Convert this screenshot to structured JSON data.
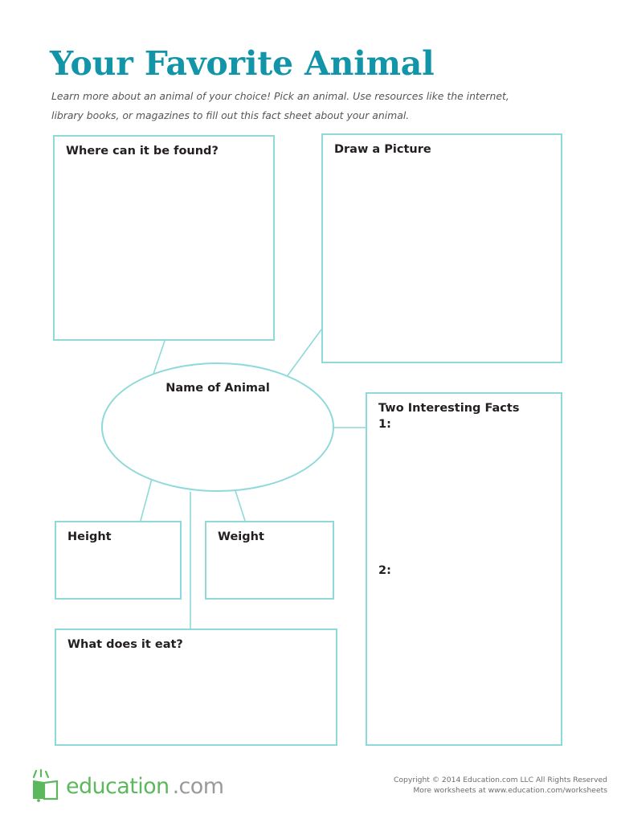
{
  "page": {
    "title": "Your Favorite Animal",
    "instructions": "Learn more about an animal of your choice! Pick an animal. Use resources like the internet, library books, or magazines to fill out this fact sheet about your animal.",
    "accent_color": "#1295a8",
    "border_color": "#8ed9da",
    "text_color": "#231f20"
  },
  "diagram": {
    "center": {
      "label": "Name of Animal",
      "shape": "ellipse"
    },
    "boxes": [
      {
        "id": "where",
        "label": "Where can it be found?"
      },
      {
        "id": "draw",
        "label": "Draw a Picture"
      },
      {
        "id": "facts",
        "label": "Two Interesting Facts"
      },
      {
        "id": "height",
        "label": "Height"
      },
      {
        "id": "weight",
        "label": "Weight"
      },
      {
        "id": "eat",
        "label": "What does it eat?"
      }
    ],
    "fact_numbers": [
      "1:",
      "2:"
    ]
  },
  "footer": {
    "logo_word": "education",
    "logo_tld": ".com",
    "logo_icon": "open-book-icon",
    "logo_color": "#5cb85c",
    "copyright_line1": "Copyright © 2014 Education.com LLC All Rights Reserved",
    "copyright_line2": "More worksheets at www.education.com/worksheets"
  }
}
